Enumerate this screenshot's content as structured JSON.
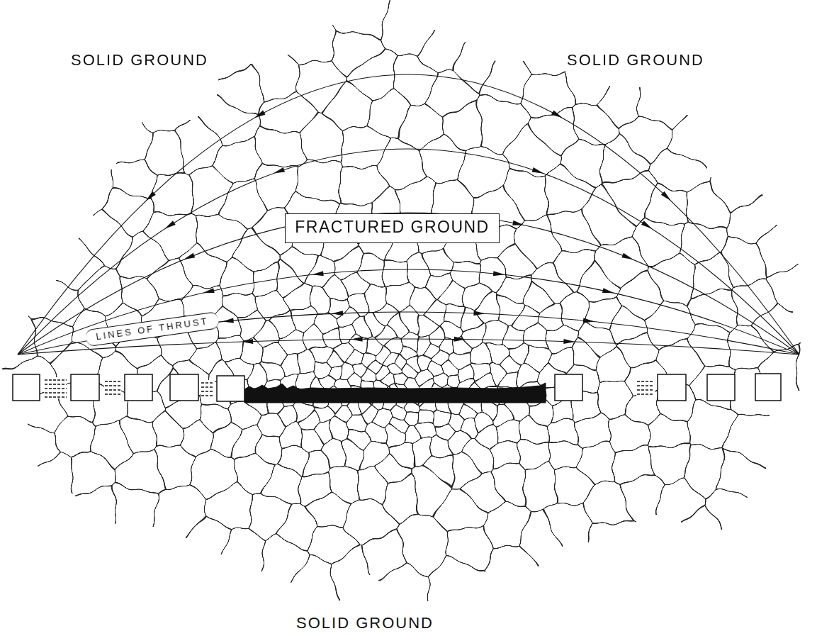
{
  "diagram": {
    "nodes": [
      {
        "text": [
          "FRACTURED GROUND"
        ]
      }
    ],
    "labels": [
      "SOLID GROUND",
      "SOLID GROUND",
      "LINES OF THRUST",
      "SOLID GROUND"
    ]
  }
}
